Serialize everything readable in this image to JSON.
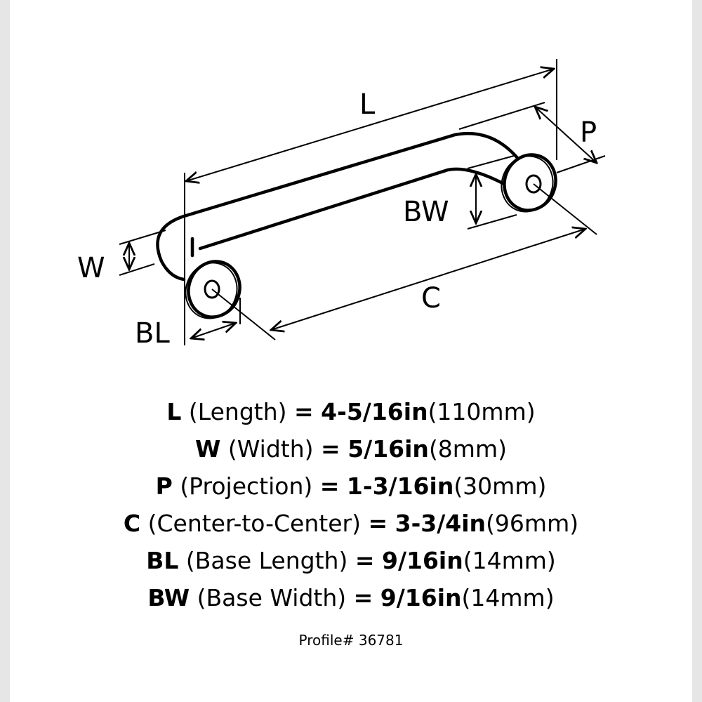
{
  "diagram": {
    "labels": {
      "L": "L",
      "P": "P",
      "BW": "BW",
      "W": "W",
      "C": "C",
      "BL": "BL"
    }
  },
  "specs": [
    {
      "code": "L",
      "desc": "(Length)",
      "eq": "=",
      "inches": "4-5/16in",
      "mm": "(110mm)"
    },
    {
      "code": "W",
      "desc": "(Width)",
      "eq": "=",
      "inches": "5/16in",
      "mm": "(8mm)"
    },
    {
      "code": "P",
      "desc": "(Projection)",
      "eq": "=",
      "inches": "1-3/16in",
      "mm": "(30mm)"
    },
    {
      "code": "C",
      "desc": "(Center-to-Center)",
      "eq": "=",
      "inches": "3-3/4in",
      "mm": "(96mm)"
    },
    {
      "code": "BL",
      "desc": "(Base Length)",
      "eq": "=",
      "inches": "9/16in",
      "mm": "(14mm)"
    },
    {
      "code": "BW",
      "desc": "(Base Width)",
      "eq": "=",
      "inches": "9/16in",
      "mm": "(14mm)"
    }
  ],
  "footer": {
    "profile_label": "Profile#",
    "profile_number": "36781"
  }
}
